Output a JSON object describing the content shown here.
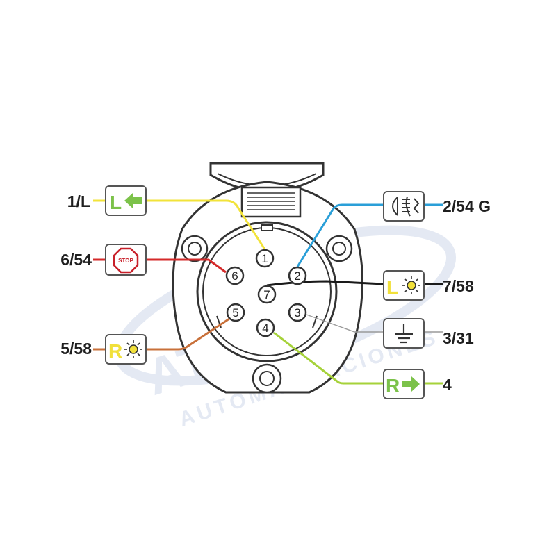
{
  "diagram": {
    "watermark": {
      "brand": "ATIENZA",
      "subtitle": "AUTOMATIZACIONES"
    },
    "pins": [
      {
        "id": "1",
        "label": "1/L",
        "wire_color": "#f2e33a",
        "icon": "left-arrow-L-icon"
      },
      {
        "id": "2",
        "label": "2/54 G",
        "wire_color": "#2a9fd8",
        "icon": "fog-light-icon"
      },
      {
        "id": "3",
        "label": "3/31",
        "wire_color": "#9a9a9a",
        "icon": "ground-icon"
      },
      {
        "id": "4",
        "label": "4",
        "wire_color": "#a6d23a",
        "icon": "right-arrow-R-icon"
      },
      {
        "id": "5",
        "label": "5/58",
        "wire_color": "#c8703a",
        "icon": "right-position-light-icon"
      },
      {
        "id": "6",
        "label": "6/54",
        "wire_color": "#d42a2a",
        "icon": "stop-icon"
      },
      {
        "id": "7",
        "label": "7/58",
        "wire_color": "#1a1a1a",
        "icon": "left-position-light-icon"
      }
    ],
    "icon_text": {
      "stop": "STOP",
      "left": "L",
      "right": "R"
    },
    "colors": {
      "green": "#7cc24a",
      "yellow": "#f1e03a",
      "red": "#c8202a",
      "outline": "#333333"
    }
  }
}
